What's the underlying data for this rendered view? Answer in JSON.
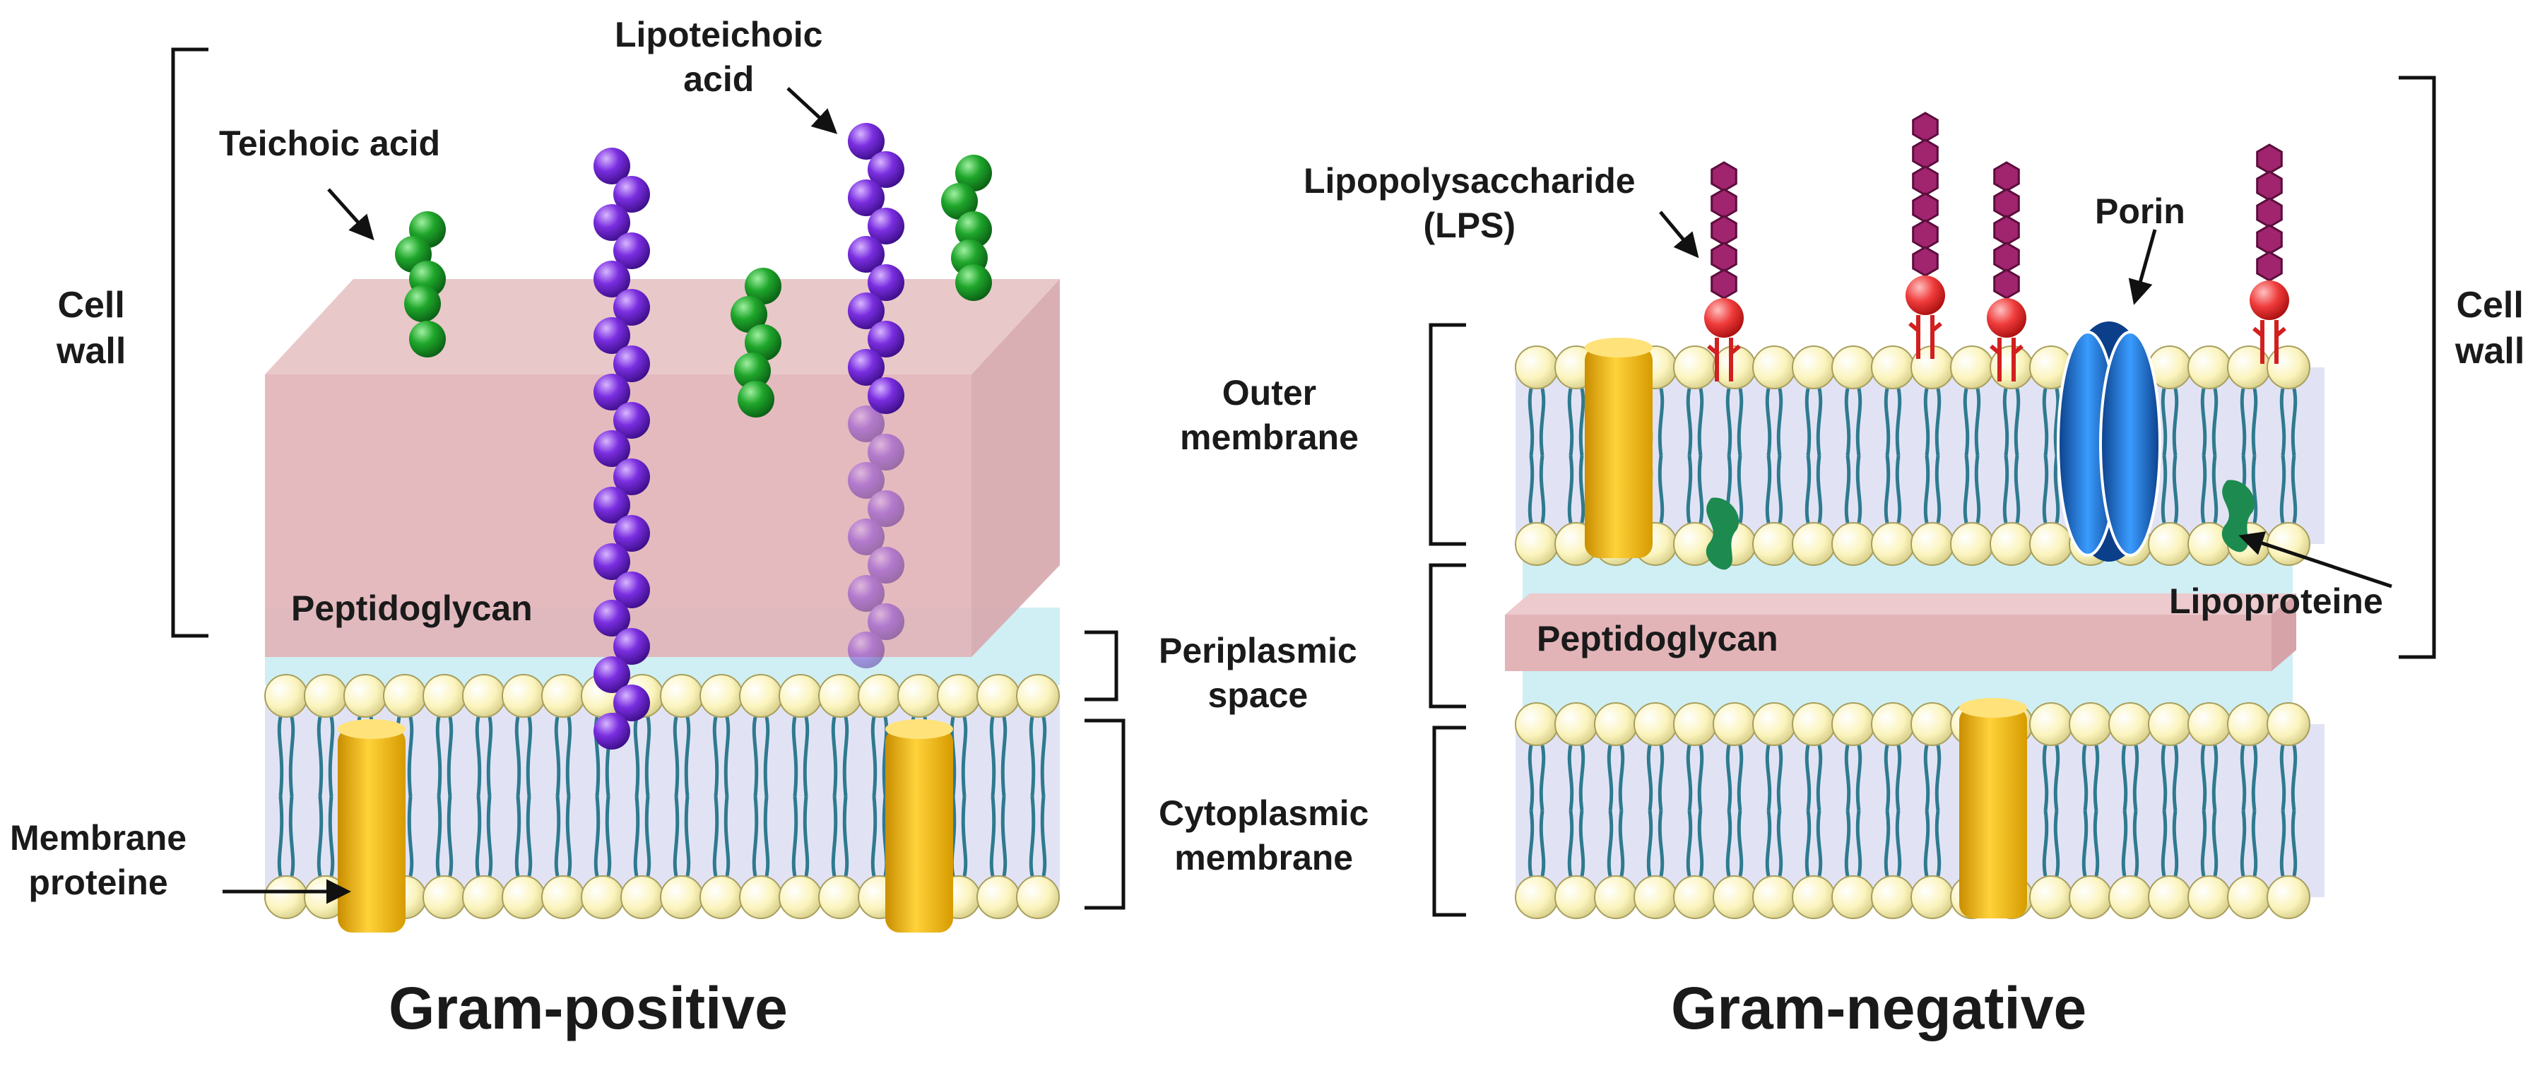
{
  "gram_positive": {
    "title": "Gram-positive",
    "teichoic_acid": "Teichoic acid",
    "lipoteichoic_line1": "Lipoteichoic",
    "lipoteichoic_line2": "acid",
    "cell_wall_line1": "Cell",
    "cell_wall_line2": "wall",
    "peptidoglycan": "Peptidoglycan",
    "membrane_proteine_line1": "Membrane",
    "membrane_proteine_line2": "proteine"
  },
  "middle": {
    "outer_membrane_line1": "Outer",
    "outer_membrane_line2": "membrane",
    "periplasmic_line1": "Periplasmic",
    "periplasmic_line2": "space",
    "cytoplasmic_line1": "Cytoplasmic",
    "cytoplasmic_line2": "membrane"
  },
  "gram_negative": {
    "title": "Gram-negative",
    "lps_line1": "Lipopolysaccharide",
    "lps_line2": "(LPS)",
    "porin": "Porin",
    "cell_wall_line1": "Cell",
    "cell_wall_line2": "wall",
    "peptidoglycan": "Peptidoglycan",
    "lipoproteine": "Lipoproteine"
  },
  "colors": {
    "lipid_head": "#fbf6c4",
    "lipid_tail": "#2f7a8f",
    "membrane_band": "#d9dcf2",
    "periplasm": "#bfeaf0",
    "peptidoglycan": "#e2b4b8",
    "teichoic": "#1f9a2a",
    "lipoteichoic": "#7b2fd6",
    "lps_hexagon": "#a1246e",
    "lps_core": "#e83a3a",
    "porin": "#1e6fd1",
    "membrane_protein": "#f3bf16",
    "lipoprotein": "#1d8a4f"
  }
}
